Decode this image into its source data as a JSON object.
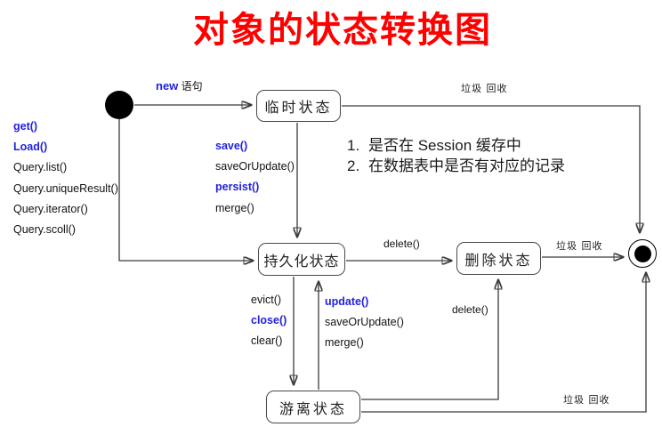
{
  "colors": {
    "accent": "#2222DD",
    "title": "#FF0000",
    "line": "#3A3A3A"
  },
  "title": "对象的状态转换图",
  "states": {
    "transient": "临时状态",
    "persistent": "持久化状态",
    "removed": "删除状态",
    "detached": "游离状态"
  },
  "labels": {
    "new_keyword": "new",
    "new_text": "语句",
    "gc_top": "垃圾 回收",
    "gc_mid": "垃圾 回收",
    "gc_bottom": "垃圾 回收",
    "delete_top": "delete()",
    "delete_mid": "delete()"
  },
  "method_lists": {
    "creators": [
      {
        "text": "get()",
        "emph": true
      },
      {
        "text": "Load()",
        "emph": true
      },
      {
        "text": "Query.list()",
        "emph": false
      },
      {
        "text": "Query.uniqueResult()",
        "emph": false
      },
      {
        "text": "Query.iterator()",
        "emph": false
      },
      {
        "text": "Query.scoll()",
        "emph": false
      }
    ],
    "save_group": [
      {
        "text": "save()",
        "emph": true
      },
      {
        "text": "saveOrUpdate()",
        "emph": false
      },
      {
        "text": "persist()",
        "emph": true
      },
      {
        "text": "merge()",
        "emph": false
      }
    ],
    "detach_group": [
      {
        "text": "evict()",
        "emph": false
      },
      {
        "text": "close()",
        "emph": true
      },
      {
        "text": "clear()",
        "emph": false
      }
    ],
    "reattach_group": [
      {
        "text": "update()",
        "emph": true
      },
      {
        "text": "saveOrUpdate()",
        "emph": false
      },
      {
        "text": "merge()",
        "emph": false
      }
    ]
  },
  "notes": [
    {
      "num": "1.",
      "text": "是否在 Session 缓存中"
    },
    {
      "num": "2.",
      "text": "在数据表中是否有对应的记录"
    }
  ]
}
